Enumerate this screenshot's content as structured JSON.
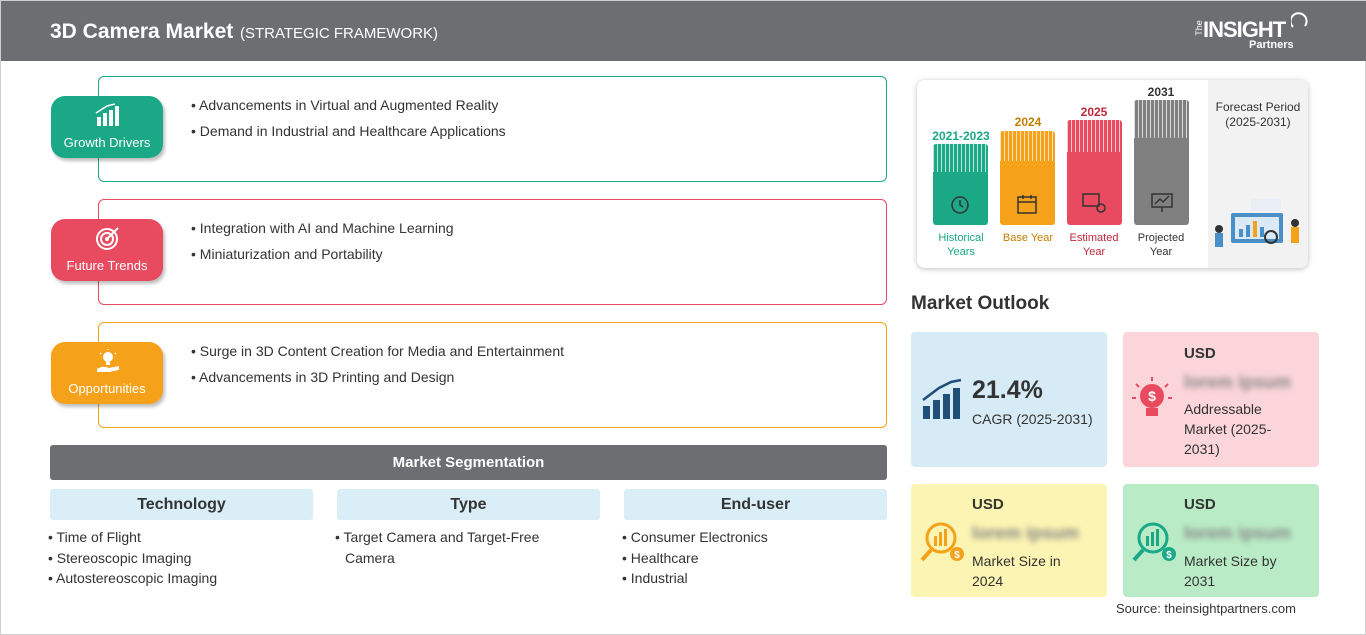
{
  "header": {
    "title": "3D Camera Market",
    "subtitle": "(STRATEGIC FRAMEWORK)",
    "logo_the": "The",
    "logo_insight": "INSIGHT",
    "logo_partners": "Partners"
  },
  "framework": [
    {
      "label": "Growth Drivers",
      "color": "#1aa887",
      "icon": "growth-chart-icon",
      "items": [
        "Advancements in Virtual and Augmented Reality",
        "Demand in Industrial and Healthcare Applications"
      ]
    },
    {
      "label": "Future Trends",
      "color": "#e84a5f",
      "icon": "target-icon",
      "items": [
        "Integration with AI and Machine Learning",
        "Miniaturization and Portability"
      ]
    },
    {
      "label": "Opportunities",
      "color": "#f5a11a",
      "icon": "lightbulb-hand-icon",
      "items": [
        "Surge in 3D Content Creation for Media and Entertainment",
        "Advancements in 3D Printing and Design"
      ]
    }
  ],
  "segmentation": {
    "title": "Market Segmentation",
    "columns": [
      {
        "heading": "Technology",
        "items": [
          "Time of Flight",
          "Stereoscopic Imaging",
          "Autostereoscopic Imaging"
        ]
      },
      {
        "heading": "Type",
        "items": [
          "Target Camera and Target-Free Camera"
        ]
      },
      {
        "heading": "End-user",
        "items": [
          "Consumer Electronics",
          "Healthcare",
          "Industrial"
        ]
      }
    ]
  },
  "timeline": {
    "bars": [
      {
        "year": "2021-2023",
        "label": "Historical Years",
        "color": "#1aa887"
      },
      {
        "year": "2024",
        "label": "Base Year",
        "color": "#f5a11a"
      },
      {
        "year": "2025",
        "label": "Estimated Year",
        "color": "#e84a5f"
      },
      {
        "year": "2031",
        "label": "Projected Year",
        "color": "#808080"
      }
    ],
    "forecast": "Forecast Period (2025-2031)"
  },
  "outlook": {
    "title": "Market Outlook",
    "cagr_value": "21.4%",
    "cagr_label": "CAGR (2025-2031)",
    "addressable_usd": "USD",
    "addressable_value": "lorem ipsum",
    "addressable_label": "Addressable Market (2025-2031)",
    "size2024_usd": "USD",
    "size2024_value": "lorem ipsum",
    "size2024_label": "Market Size in 2024",
    "size2031_usd": "USD",
    "size2031_value": "lorem ipsum",
    "size2031_label": "Market Size by 2031"
  },
  "source": "Source: theinsightpartners.com"
}
